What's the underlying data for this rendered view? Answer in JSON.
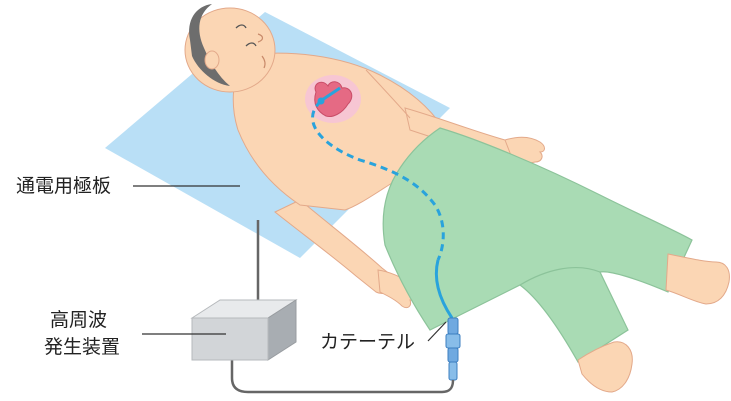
{
  "labels": {
    "electrode_plate": "通電用極板",
    "generator_line1": "高周波",
    "generator_line2": "発生装置",
    "catheter": "カテーテル"
  },
  "colors": {
    "skin": "#fbd6b4",
    "skin_outline": "#e3a98a",
    "hair": "#6d6d6d",
    "pants": "#a9dbb4",
    "pants_outline": "#8cc39a",
    "plate": "#b9dff6",
    "catheter": "#29a3dc",
    "generator": "#d2d5d8",
    "heart": "#e56a84",
    "leader_line": "#333333"
  },
  "icons": [
    "heart-icon",
    "catheter-connector-icon",
    "generator-box-icon"
  ]
}
